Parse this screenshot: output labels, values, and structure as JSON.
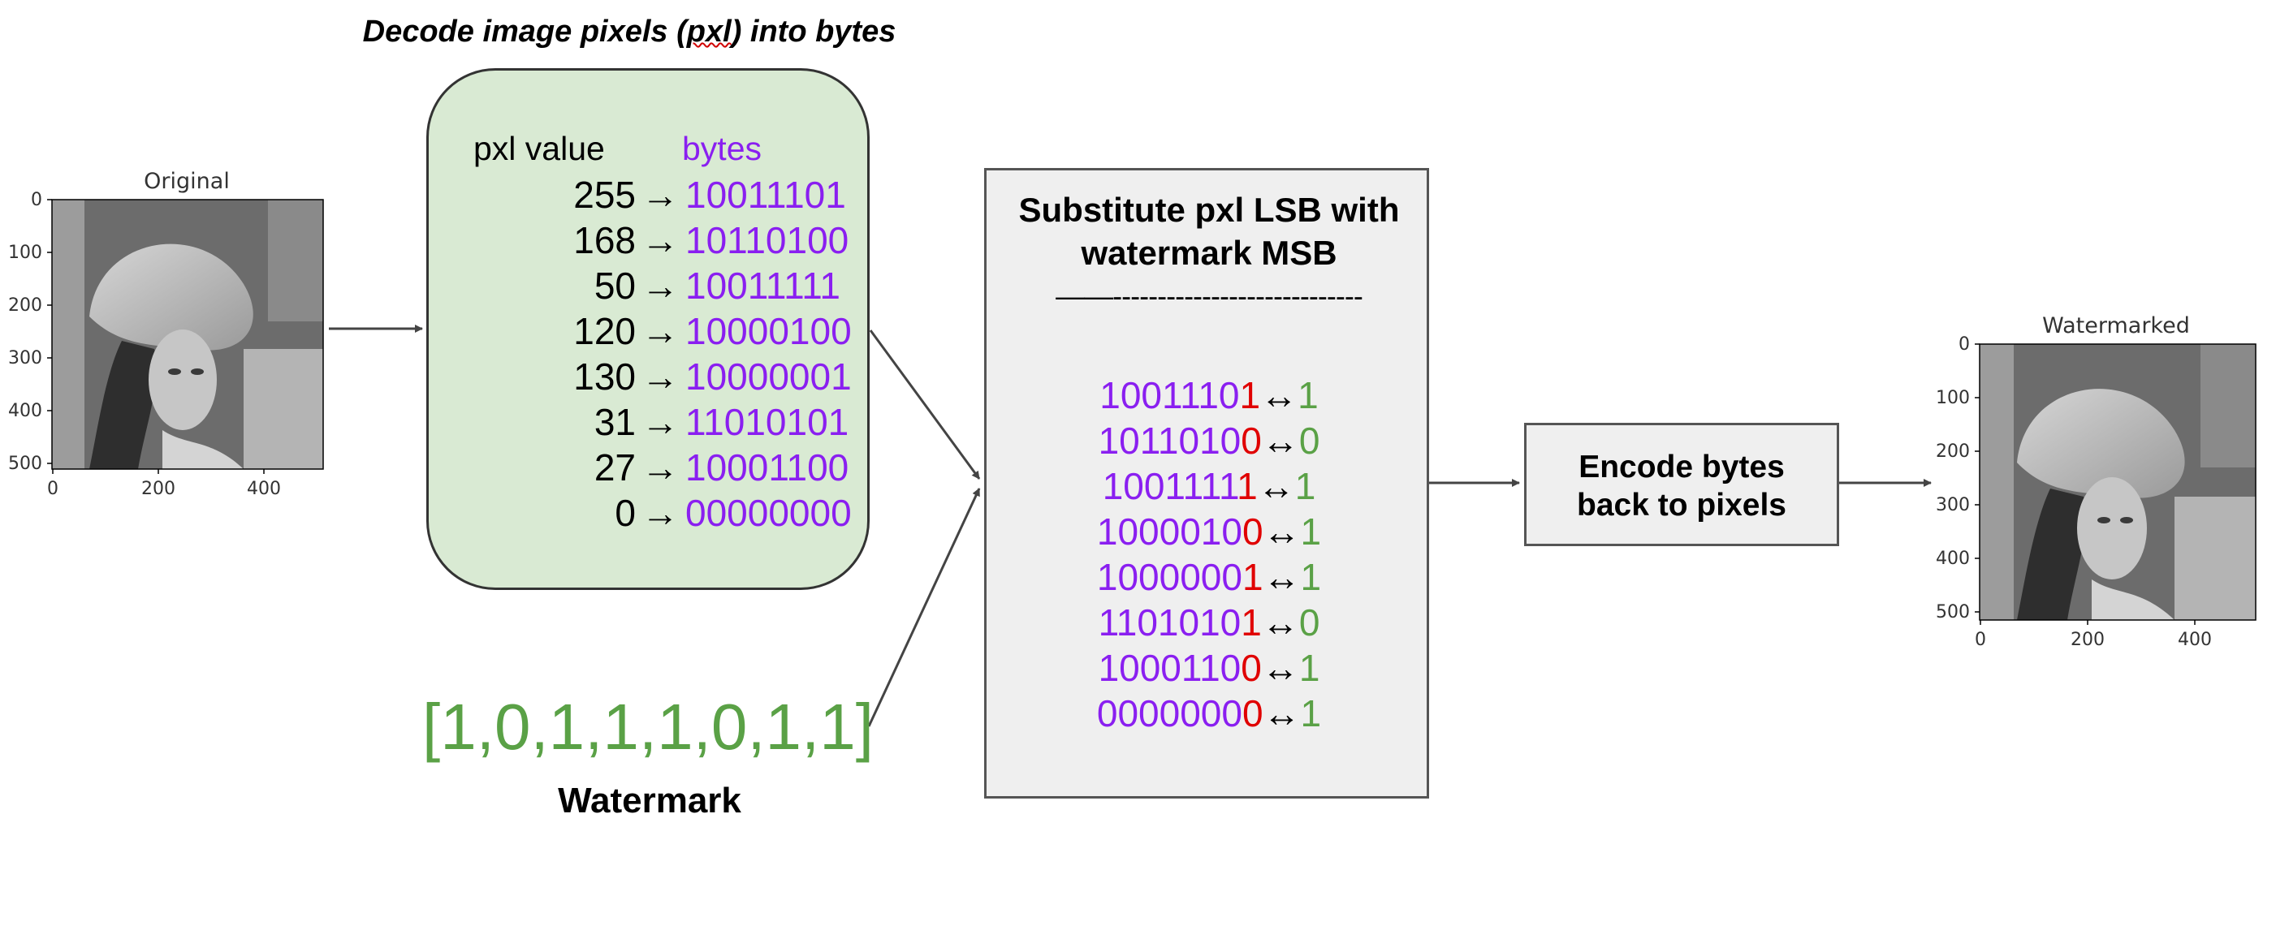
{
  "title": {
    "prefix": "Decode image pixels (",
    "squiggle": "pxl",
    "suffix": ") into bytes"
  },
  "original_plot": {
    "title": "Original",
    "y_ticks": [
      "0",
      "100",
      "200",
      "300",
      "400",
      "500"
    ],
    "x_ticks": [
      "0",
      "200",
      "400"
    ]
  },
  "watermarked_plot": {
    "title": "Watermarked",
    "y_ticks": [
      "0",
      "100",
      "200",
      "300",
      "400",
      "500"
    ],
    "x_ticks": [
      "0",
      "200",
      "400"
    ]
  },
  "decode_box": {
    "pxl_header": "pxl value",
    "bytes_header": "bytes",
    "arrow": "→",
    "rows": [
      {
        "pxl": "255",
        "bits": "10011101"
      },
      {
        "pxl": "168",
        "bits": "10110100"
      },
      {
        "pxl": "50",
        "bits": "10011111"
      },
      {
        "pxl": "120",
        "bits": "10000100"
      },
      {
        "pxl": "130",
        "bits": "10000001"
      },
      {
        "pxl": "31",
        "bits": "11010101"
      },
      {
        "pxl": "27",
        "bits": "10001100"
      },
      {
        "pxl": "0",
        "bits": "00000000"
      }
    ]
  },
  "substitute_box": {
    "title_line1": "Substitute pxl LSB with",
    "title_line2": "watermark MSB",
    "rule": "——----------------------------",
    "swap": "↔",
    "rows": [
      {
        "prefix": "1001110",
        "lsb": "1",
        "wm": "1"
      },
      {
        "prefix": "1011010",
        "lsb": "0",
        "wm": "0"
      },
      {
        "prefix": "1001111",
        "lsb": "1",
        "wm": "1"
      },
      {
        "prefix": "1000010",
        "lsb": "0",
        "wm": "1"
      },
      {
        "prefix": "1000000",
        "lsb": "1",
        "wm": "1"
      },
      {
        "prefix": "1101010",
        "lsb": "1",
        "wm": "0"
      },
      {
        "prefix": "1000110",
        "lsb": "0",
        "wm": "1"
      },
      {
        "prefix": "0000000",
        "lsb": "0",
        "wm": "1"
      }
    ]
  },
  "encode_box": {
    "line1": "Encode bytes",
    "line2": "back to pixels"
  },
  "watermark": {
    "values": "[1,0,1,1,1,0,1,1]",
    "label": "Watermark"
  },
  "colors": {
    "bits": "#8a1ff0",
    "lsb": "#e00000",
    "watermark": "#5aa146",
    "decode_fill": "#d9ead3",
    "box_fill": "#efefef"
  }
}
